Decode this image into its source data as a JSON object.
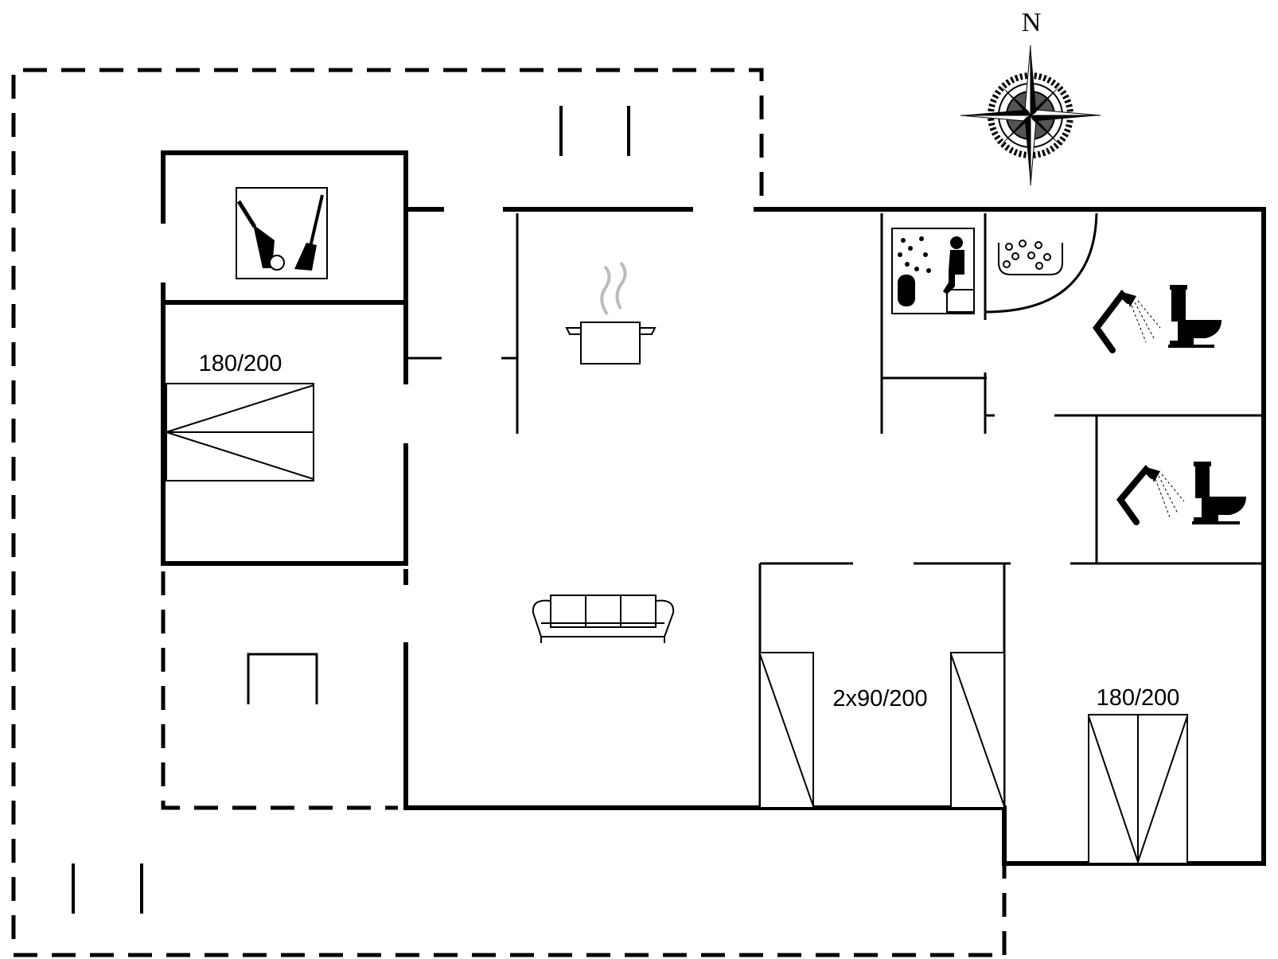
{
  "compass": {
    "label": "N"
  },
  "beds": {
    "bedroom_west": "180/200",
    "bedroom_twin": "2x90/200",
    "bedroom_east": "180/200"
  },
  "icons": [
    "compass-rose-icon",
    "utility-cleaning-icon",
    "kitchen-pot-icon",
    "sofa-icon",
    "sauna-icon",
    "spa-bath-icon",
    "shower-icon",
    "toilet-icon"
  ]
}
